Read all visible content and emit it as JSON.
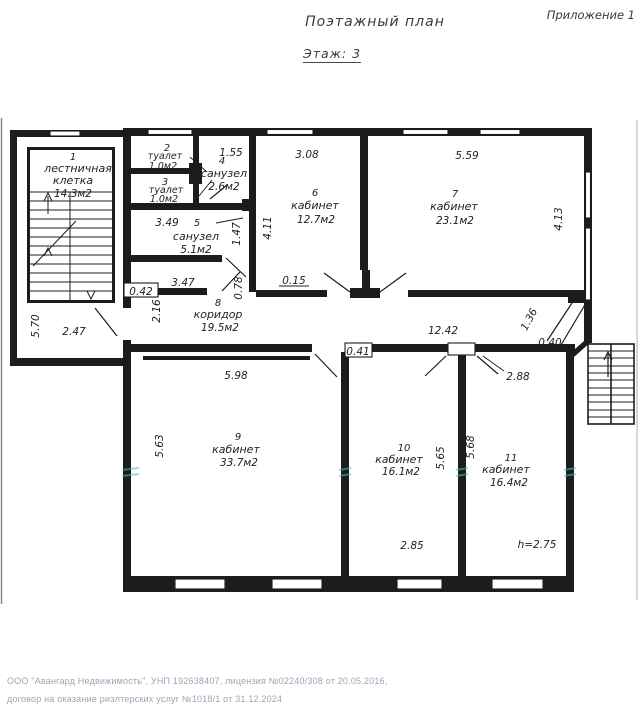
{
  "header": {
    "appendix": "Приложение 1",
    "title": "Поэтажный план",
    "floor": "Этаж: 3"
  },
  "rooms": {
    "r1": {
      "num": "1",
      "line1": "лестничная",
      "line2": "клетка",
      "area": "14.3м2"
    },
    "r2": {
      "num": "2",
      "name": "туалет",
      "area": "1.0м2"
    },
    "r3": {
      "num": "3",
      "name": "туалет",
      "area": "1.0м2"
    },
    "r4": {
      "num": "4",
      "name": "санузел",
      "area": "2.6м2"
    },
    "r5": {
      "num": "5",
      "name": "санузел",
      "area": "5.1м2"
    },
    "r6": {
      "num": "6",
      "name": "кабинет",
      "area": "12.7м2"
    },
    "r7": {
      "num": "7",
      "name": "кабинет",
      "area": "23.1м2"
    },
    "r8": {
      "num": "8",
      "name": "коридор",
      "area": "19.5м2"
    },
    "r9": {
      "num": "9",
      "name": "кабинет",
      "area": "33.7м2"
    },
    "r10": {
      "num": "10",
      "name": "кабинет",
      "area": "16.1м2"
    },
    "r11": {
      "num": "11",
      "name": "кабинет",
      "area": "16.4м2"
    }
  },
  "dims": {
    "w155": "1.55",
    "w308": "3.08",
    "w559": "5.59",
    "v411": "4.11",
    "v413": "4.13",
    "w349": "3.49",
    "v147": "1.47",
    "w042": "0.42",
    "w347": "3.47",
    "v078": "0.78",
    "w015": "0.15",
    "v216": "2.16",
    "v570": "5.70",
    "w247": "2.47",
    "w1242": "12.42",
    "v136": "1.36",
    "w040": "0.40",
    "w041": "0.41",
    "w598": "5.98",
    "w288": "2.88",
    "v563": "5.63",
    "v565": "5.65",
    "v568": "5.68",
    "w285": "2.85",
    "height": "h=2.75"
  },
  "footer": {
    "line1": "ООО \"Авангард Недвижимость\", УНП 192638407, лицензия №02240/308 от 20.05.2016,",
    "line2": "договор на оказание риэлтерских услуг №1018/1 от 31.12.2024"
  },
  "colors": {
    "teal": "#18a39b",
    "muted": "#b5b5b5",
    "ink": "#1f1f1f",
    "footer": "#9aa5b9"
  }
}
